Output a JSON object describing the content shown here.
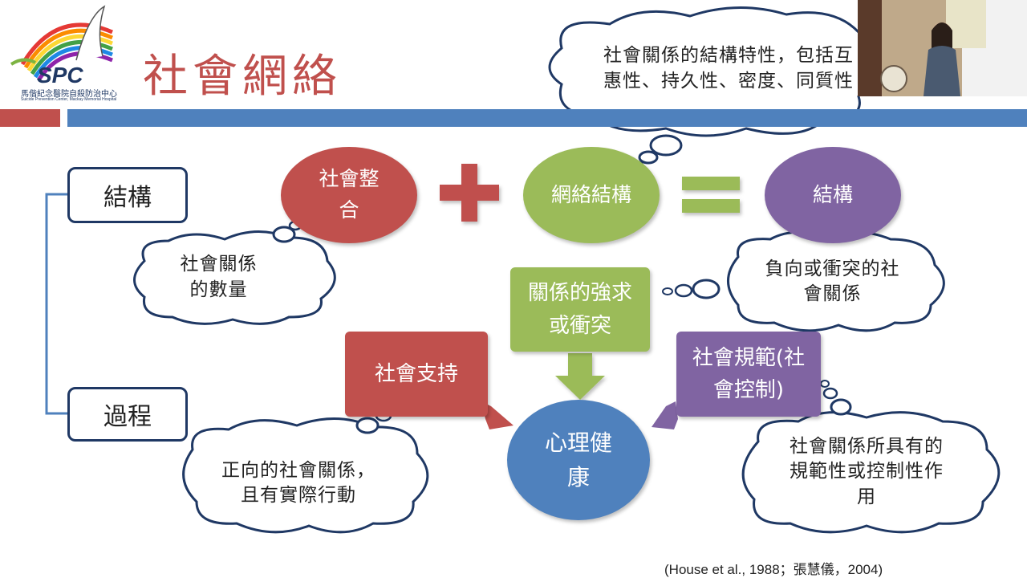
{
  "slide": {
    "title": "社會網絡",
    "logo": {
      "abbr": "SPC",
      "org_name": "馬偕紀念醫院自殺防治中心",
      "org_name_en": "Suicide Prevention Center, Mackay Memorial Hospital"
    },
    "side_labels": {
      "structure": "結構",
      "process": "過程"
    },
    "equation": {
      "social_integration": "社會整合",
      "plus": "+",
      "network_structure": "網絡結構",
      "equals": "=",
      "result": "結構"
    },
    "boxes": {
      "social_support": "社會支持",
      "relationship_strength": "關係的強求或衝突",
      "social_norms": "社會規範(社會控制)",
      "mental_health": "心理健康"
    },
    "clouds": {
      "top": "社會關係的結構特性，包括互惠性、持久性、密度、同質性",
      "count": "社會關係的數量",
      "negative": "負向或衝突的社會關係",
      "positive": "正向的社會關係，且有實際行動",
      "normative": "社會關係所具有的規範性或控制性作用"
    },
    "citation": "(House et al., 1988；張慧儀，2004)",
    "colors": {
      "red": "#c0504d",
      "blue": "#4f81bd",
      "green": "#9bbb59",
      "purple": "#8064a2",
      "navy": "#1f3864"
    }
  }
}
